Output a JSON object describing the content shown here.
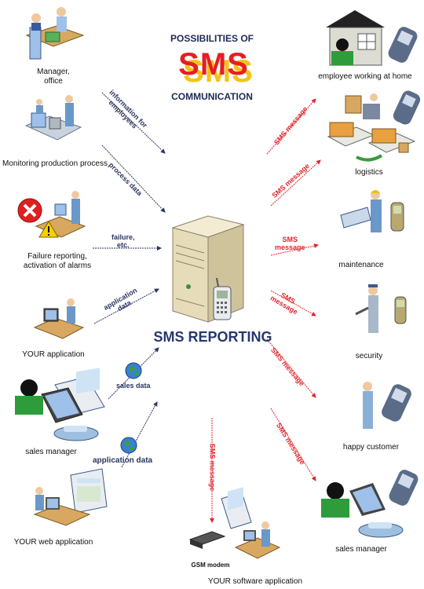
{
  "title": {
    "line1": "POSSIBILITIES OF",
    "big": "SMS",
    "line3": "COMMUNICATION"
  },
  "center": {
    "label": "SMS REPORTING"
  },
  "sources": [
    {
      "label_lines": [
        "Manager,",
        "office"
      ]
    },
    {
      "label_lines": [
        "Monitoring production process"
      ]
    },
    {
      "label_lines": [
        "Failure reporting,",
        "activation of alarms"
      ]
    },
    {
      "label_lines": [
        "YOUR application"
      ]
    },
    {
      "label_lines": [
        "sales manager"
      ]
    },
    {
      "label_lines": [
        "YOUR web application"
      ]
    }
  ],
  "input_labels": [
    [
      "information for",
      "employees"
    ],
    [
      "process data"
    ],
    [
      "failure,",
      "etc."
    ],
    [
      "application",
      "data"
    ],
    [
      "sales data"
    ],
    [
      "application data"
    ]
  ],
  "destinations": [
    {
      "label": "employee working at home"
    },
    {
      "label": "logistics"
    },
    {
      "label": "maintenance"
    },
    {
      "label": "security"
    },
    {
      "label": "happy customer"
    },
    {
      "label": "sales manager"
    },
    {
      "label": "YOUR software application"
    }
  ],
  "output_labels": [
    [
      "SMS message"
    ],
    [
      "SMS message"
    ],
    [
      "SMS",
      "message"
    ],
    [
      "SMS",
      "message"
    ],
    [
      "SMS message"
    ],
    [
      "SMS message"
    ],
    [
      "SMS message"
    ]
  ],
  "gsm_label": "GSM modem",
  "colors": {
    "title": "#1d2a55",
    "sms_red": "#e41f24",
    "sms_shadow": "#f2c318",
    "arrow_in": "#2b3560",
    "arrow_out": "#e2262b"
  }
}
